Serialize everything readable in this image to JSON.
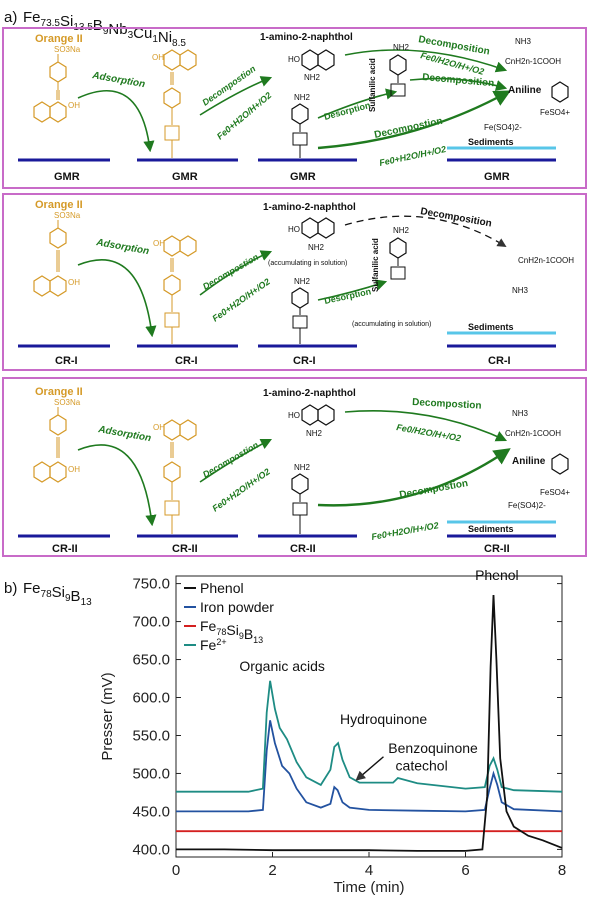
{
  "panel_a": {
    "label": "a)",
    "alloy_formula": "Fe73.5Si13.5B9Nb3Cu1Ni8.5",
    "alloy_parts": [
      [
        "Fe",
        "73.5"
      ],
      [
        "Si",
        "13.5"
      ],
      [
        "B",
        "9"
      ],
      [
        "Nb",
        "3"
      ],
      [
        "Cu",
        "1"
      ],
      [
        "Ni",
        "8.5"
      ]
    ]
  },
  "rows": [
    {
      "id": "GMR",
      "dye": "Orange II",
      "dye_group": "SO3Na",
      "dye_oh": "OH",
      "adsorption": "Adsorption",
      "decomposition_1": "Decompostion",
      "cond_1": "Fe0+H2O/H+/O2",
      "amine_product": "1-amino-2-naphthol",
      "nh2": "NH2",
      "ho": "HO",
      "decomposition_top": "Decomposition",
      "desorption": "Desorption",
      "sulfanilic": "Sulfanilic acid",
      "decomposition_mid": "Decomposition",
      "decomposition_low": "Decompostion",
      "cond_2": "Fe0/H2O/H+/O2",
      "cond_3": "Fe0+H2O/H+/O2",
      "products": [
        "NH3",
        "CnH2n-1COOH",
        "Aniline",
        "FeSO4+",
        "Fe(SO4)2-"
      ],
      "sediments": "Sediments",
      "base_labels": [
        "GMR",
        "GMR",
        "GMR",
        "GMR"
      ]
    },
    {
      "id": "CR-I",
      "dye": "Orange II",
      "dye_group": "SO3Na",
      "dye_oh": "OH",
      "adsorption": "Adsorption",
      "decomposition_1": "Decompostion",
      "cond_1": "Fe0+H2O/H+/O2",
      "amine_product": "1-amino-2-naphthol",
      "nh2": "NH2",
      "ho": "HO",
      "accum_1": "(accumulating in solution)",
      "decomposition_top": "Decomposition",
      "desorption": "Desorption",
      "sulfanilic": "Sulfanilic acid",
      "accum_2": "(accumulating in solution)",
      "products": [
        "CnH2n-1COOH",
        "NH3"
      ],
      "sediments": "Sediments",
      "base_labels": [
        "CR-I",
        "CR-I",
        "CR-I",
        "CR-I"
      ]
    },
    {
      "id": "CR-II",
      "dye": "Orange II",
      "dye_group": "SO3Na",
      "dye_oh": "OH",
      "adsorption": "Adsorption",
      "decomposition_1": "Decompostion",
      "cond_1": "Fe0+H2O/H+/O2",
      "amine_product": "1-amino-2-naphthol",
      "nh2": "NH2",
      "ho": "HO",
      "decomposition_top": "Decompostion",
      "cond_2": "Fe0/H2O/H+/O2",
      "decomposition_low": "Decompostion",
      "cond_3": "Fe0+H2O/H+/O2",
      "products": [
        "NH3",
        "CnH2n-1COOH",
        "Aniline",
        "FeSO4+",
        "Fe(SO4)2-"
      ],
      "sediments": "Sediments",
      "base_labels": [
        "CR-II",
        "CR-II",
        "CR-II",
        "CR-II"
      ]
    }
  ],
  "panel_b": {
    "label": "b)",
    "alloy_formula": "Fe78Si9B13",
    "alloy_parts": [
      [
        "Fe",
        "78"
      ],
      [
        "Si",
        "9"
      ],
      [
        "B",
        "13"
      ]
    ]
  },
  "chart_data": {
    "type": "line",
    "xlabel": "Time (min)",
    "ylabel": "Presser (mV)",
    "xlim": [
      0,
      8
    ],
    "ylim": [
      390,
      760
    ],
    "xticks": [
      0,
      2,
      4,
      6,
      8
    ],
    "yticks": [
      400.0,
      450.0,
      500.0,
      550.0,
      600.0,
      650.0,
      700.0,
      750.0
    ],
    "ytick_labels": [
      "400.0",
      "450.0",
      "500.0",
      "550.0",
      "600.0",
      "650.0",
      "700.0",
      "750.0"
    ],
    "legend_position": "top-left",
    "grid": false,
    "series": [
      {
        "name": "Phenol",
        "color": "#111111",
        "x": [
          0,
          1,
          2,
          3,
          4,
          5,
          6,
          6.35,
          6.45,
          6.52,
          6.58,
          6.64,
          6.72,
          6.85,
          7.0,
          7.3,
          7.6,
          8
        ],
        "y": [
          400,
          400,
          399,
          399,
          399,
          398,
          398,
          400,
          470,
          640,
          735,
          650,
          520,
          450,
          430,
          418,
          412,
          402
        ]
      },
      {
        "name": "Iron powder",
        "color": "#2352a0",
        "x": [
          0,
          1.5,
          1.8,
          1.88,
          1.95,
          2.05,
          2.2,
          2.35,
          2.5,
          2.7,
          3.0,
          3.2,
          3.28,
          3.35,
          3.45,
          3.6,
          4.0,
          5.0,
          6.0,
          6.4,
          6.5,
          6.58,
          6.66,
          6.75,
          7.0,
          8
        ],
        "y": [
          450,
          450,
          452,
          530,
          570,
          540,
          510,
          500,
          480,
          462,
          455,
          460,
          482,
          478,
          462,
          455,
          452,
          451,
          450,
          452,
          480,
          500,
          485,
          462,
          453,
          450
        ]
      },
      {
        "name": "Fe78Si9B13",
        "color": "#d42020",
        "x": [
          0,
          8
        ],
        "y": [
          424,
          424
        ]
      },
      {
        "name": "Fe2+",
        "color": "#1e8c84",
        "x": [
          0,
          1.5,
          1.8,
          1.88,
          1.95,
          2.05,
          2.15,
          2.3,
          2.5,
          2.7,
          3.0,
          3.2,
          3.28,
          3.36,
          3.45,
          3.6,
          3.8,
          4.5,
          4.6,
          5.0,
          6.0,
          6.4,
          6.5,
          6.58,
          6.66,
          6.75,
          7.0,
          8
        ],
        "y": [
          476,
          476,
          480,
          580,
          622,
          585,
          560,
          545,
          515,
          495,
          485,
          505,
          535,
          540,
          518,
          495,
          488,
          488,
          494,
          487,
          480,
          482,
          510,
          520,
          505,
          482,
          478,
          476
        ]
      }
    ],
    "annotations": [
      {
        "text": "Phenol",
        "x": 6.65,
        "y": 760
      },
      {
        "text": "Organic acids",
        "x": 2.2,
        "y": 635
      },
      {
        "text": "Hydroquinone",
        "x": 3.4,
        "y": 565
      },
      {
        "text": "Benzoquinone",
        "x": 4.4,
        "y": 527
      },
      {
        "text": "catechol",
        "x": 4.55,
        "y": 504
      }
    ]
  }
}
